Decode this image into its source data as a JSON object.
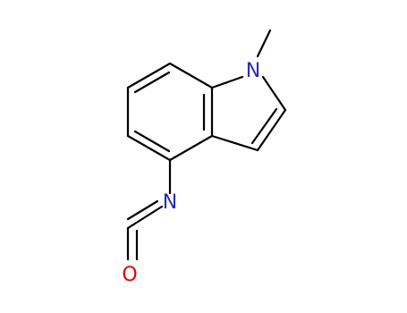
{
  "molecule": {
    "atoms": {
      "n1": {
        "symbol": "N"
      },
      "n2": {
        "symbol": "N"
      },
      "o": {
        "symbol": "O"
      }
    }
  },
  "colors": {
    "background": "#ffffff",
    "bond": "#000000",
    "nitrogen": "#2a2ab8",
    "oxygen": "#e60000"
  }
}
